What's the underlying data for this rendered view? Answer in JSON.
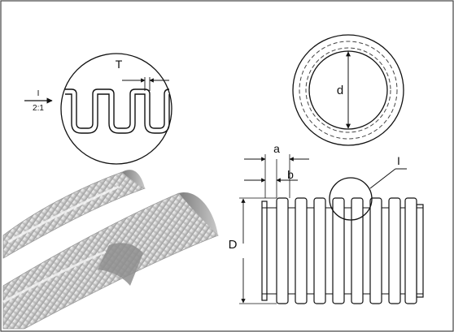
{
  "labels": {
    "detail_view": "I",
    "scale": "2:1",
    "thickness": "T",
    "inner_diameter": "d",
    "pitch": "a",
    "rib_width": "b",
    "detail_marker": "I",
    "outer_diameter": "D"
  },
  "colors": {
    "line": "#111111",
    "dashed": "#444444",
    "pipe_light": "#e6e6e6",
    "pipe_mid": "#bdbdbd",
    "pipe_dark": "#8a8a8a",
    "border": "#444444"
  },
  "icons": [
    "corrugated-pipe-photo"
  ]
}
